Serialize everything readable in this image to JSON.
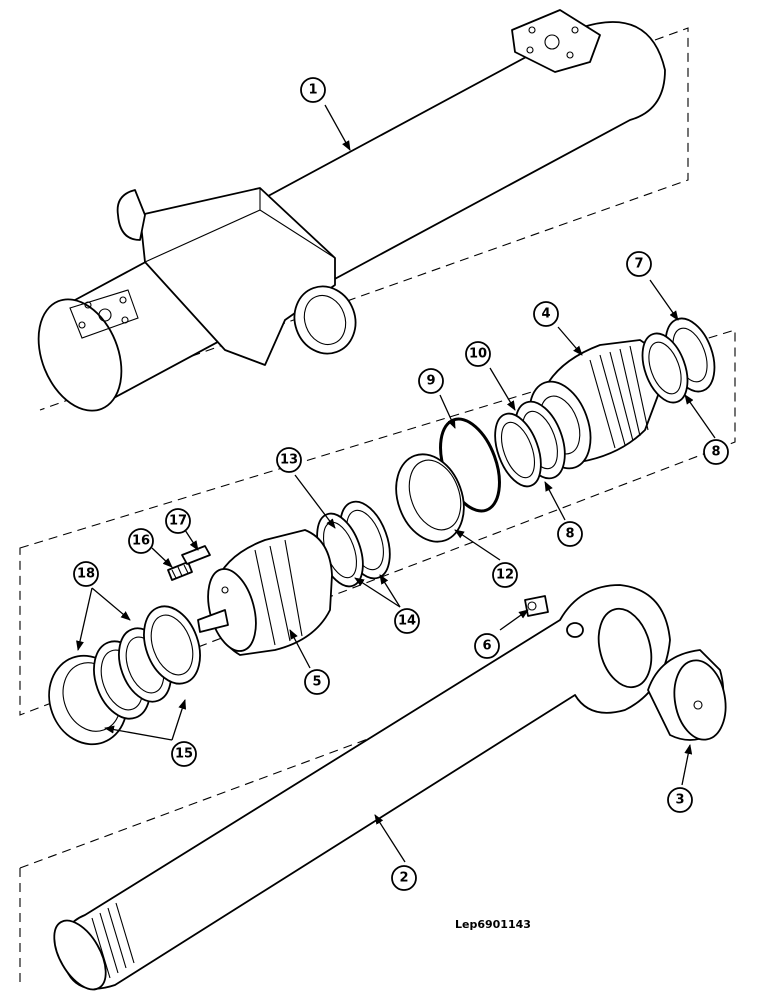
{
  "drawing_reference": "Lep6901143",
  "callouts": [
    {
      "id": "c1",
      "label": "1"
    },
    {
      "id": "c2",
      "label": "2"
    },
    {
      "id": "c3",
      "label": "3"
    },
    {
      "id": "c4",
      "label": "4"
    },
    {
      "id": "c5",
      "label": "5"
    },
    {
      "id": "c6",
      "label": "6"
    },
    {
      "id": "c7",
      "label": "7"
    },
    {
      "id": "c8a",
      "label": "8"
    },
    {
      "id": "c8b",
      "label": "8"
    },
    {
      "id": "c9",
      "label": "9"
    },
    {
      "id": "c10",
      "label": "10"
    },
    {
      "id": "c12",
      "label": "12"
    },
    {
      "id": "c13",
      "label": "13"
    },
    {
      "id": "c14",
      "label": "14"
    },
    {
      "id": "c15",
      "label": "15"
    },
    {
      "id": "c16",
      "label": "16"
    },
    {
      "id": "c17",
      "label": "17"
    },
    {
      "id": "c18",
      "label": "18"
    }
  ]
}
